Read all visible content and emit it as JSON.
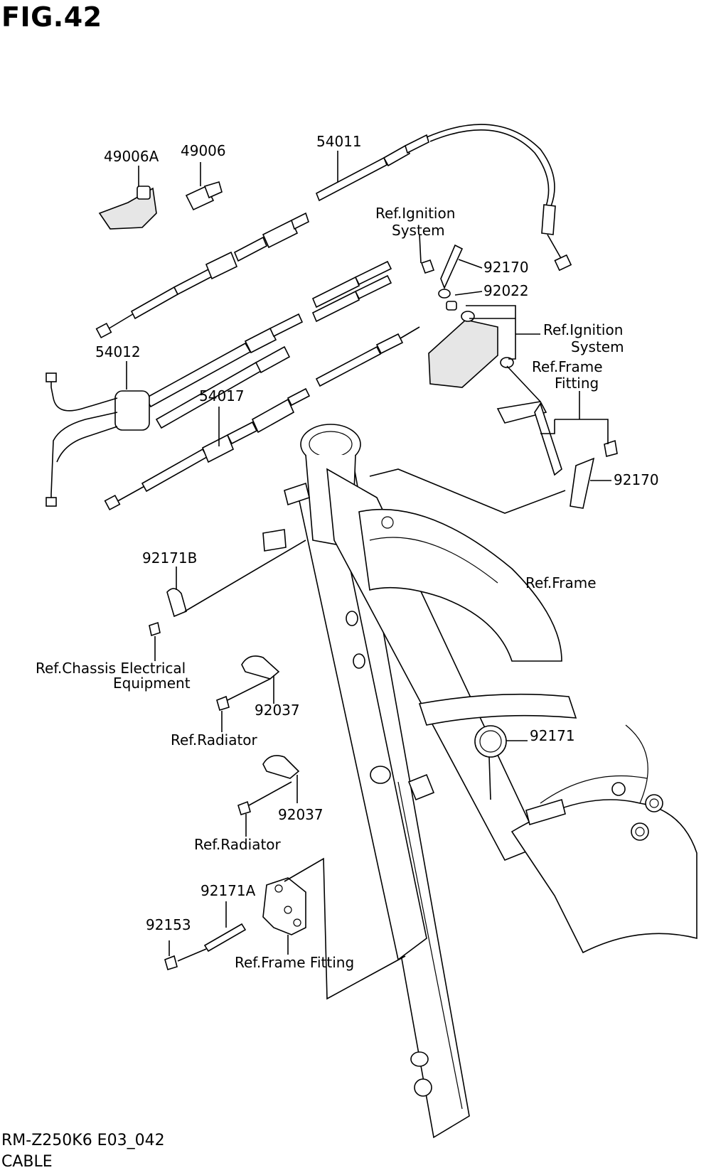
{
  "figure": {
    "title": "FIG.42"
  },
  "footer": {
    "model_code": "RM-Z250K6 E03_042",
    "section_name": "CABLE"
  },
  "callouts": {
    "c49006A": "49006A",
    "c49006": "49006",
    "c54011": "54011",
    "c54012": "54012",
    "c54017": "54017",
    "c92170a": "92170",
    "c92022": "92022",
    "c92170b": "92170",
    "c92171B": "92171B",
    "c92037a": "92037",
    "c92037b": "92037",
    "c92171": "92171",
    "c92171A": "92171A",
    "c92153": "92153"
  },
  "references": {
    "ignition_top_1": "Ref.Ignition",
    "ignition_top_2": "System",
    "ignition_mid_1": "Ref.Ignition",
    "ignition_mid_2": "System",
    "frame_fitting_1": "Ref.Frame",
    "frame_fitting_2": "Fitting",
    "frame": "Ref.Frame",
    "chassis_1": "Ref.Chassis Electrical",
    "chassis_2": "Equipment",
    "radiator_a": "Ref.Radiator",
    "radiator_b": "Ref.Radiator",
    "frame_fitting_bottom": "Ref.Frame Fitting"
  }
}
